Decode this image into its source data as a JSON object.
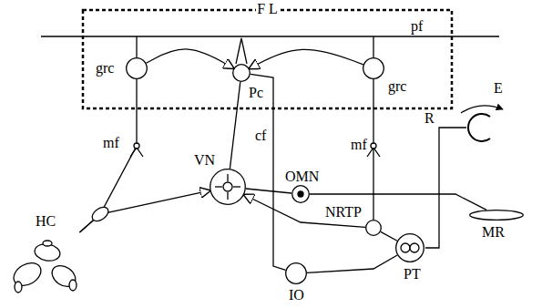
{
  "diagram": {
    "nodes": [
      {
        "text": [
          "F L"
        ]
      },
      {
        "text": [
          "grc"
        ],
        "in": 0
      },
      {
        "text": [
          "Pc"
        ],
        "in": 0
      },
      {
        "text": [
          "grc"
        ],
        "in": 0
      },
      {
        "text": [
          "VN"
        ]
      },
      {
        "text": [
          "OMN"
        ]
      },
      {
        "text": [
          "MR"
        ]
      },
      {
        "text": [
          "NRTP"
        ]
      },
      {
        "text": [
          "PT"
        ]
      },
      {
        "text": [
          "IO"
        ]
      },
      {
        "text": [
          "HC"
        ]
      }
    ],
    "edges": [
      {
        "from": 10,
        "to": 1,
        "label": "mf",
        "arrow": "none"
      },
      {
        "from": 10,
        "to": 4,
        "arrow": "to"
      },
      {
        "from": 7,
        "to": 3,
        "label": "mf",
        "arrow": "none"
      },
      {
        "from": 1,
        "to": 2,
        "arrow": "to"
      },
      {
        "from": 3,
        "to": 2,
        "arrow": "to"
      },
      {
        "from": 2,
        "to": 4,
        "arrow": "none"
      },
      {
        "from": 9,
        "to": 2,
        "label": "cf",
        "arrow": "none"
      },
      {
        "from": 4,
        "to": 5,
        "arrow": "none"
      },
      {
        "from": 5,
        "to": 6,
        "arrow": "none"
      },
      {
        "from": 8,
        "to": 7,
        "arrow": "none"
      },
      {
        "from": 7,
        "to": 4,
        "arrow": "to"
      },
      {
        "from": 8,
        "to": 9,
        "arrow": "none"
      }
    ],
    "labels": [
      "pf",
      "E",
      "R"
    ]
  }
}
